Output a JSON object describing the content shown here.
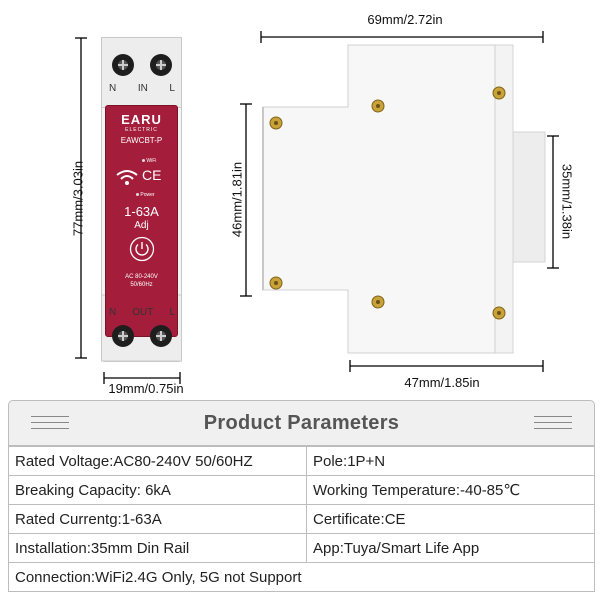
{
  "dimensions": {
    "top_width": "69mm/2.72in",
    "front_height": "77mm/3.03in",
    "front_width": "19mm/0.75in",
    "side_height": "46mm/1.81in",
    "side_right_height": "35mm/1.38in",
    "side_bottom_width": "47mm/1.85in"
  },
  "device": {
    "top_labels": [
      "N",
      "IN",
      "L"
    ],
    "bottom_labels": [
      "N",
      "OUT",
      "L"
    ],
    "brand": "EARU",
    "brand_sub": "ELECTRIC",
    "model": "EAWCBT-P",
    "wifi_label": "WiFi",
    "ce_mark": "CE",
    "power_label": "Power",
    "range": "1-63A",
    "adj": "Adj",
    "voltage": "AC 80-240V",
    "frequency": "50/60Hz",
    "panel_color": "#a41e3c",
    "wifi_icon": "wifi-icon",
    "power_icon": "power-button-icon"
  },
  "params": {
    "title": "Product Parameters",
    "rows": [
      [
        "Rated Voltage:AC80-240V 50/60HZ",
        "Pole:1P+N"
      ],
      [
        "Breaking Capacity: 6kA",
        "Working Temperature:-40-85℃"
      ],
      [
        "Rated Currentg:1-63A",
        "Certificate:CE"
      ],
      [
        "Installation:35mm Din Rail",
        "App:Tuya/Smart Life App"
      ]
    ],
    "full_row": "Connection:WiFi2.4G Only, 5G not Support"
  }
}
